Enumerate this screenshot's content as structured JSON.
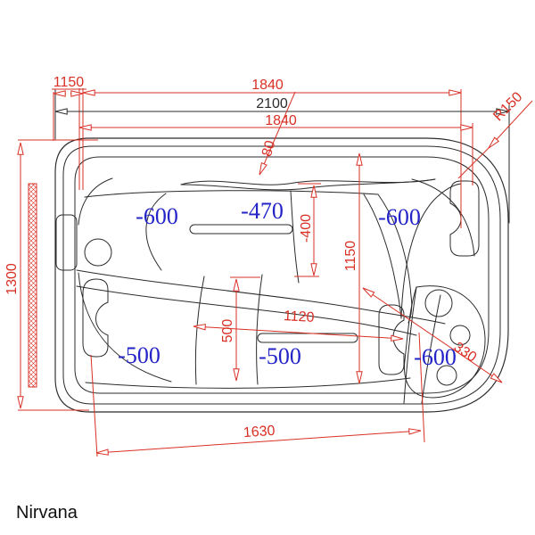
{
  "drawing": {
    "title": "Nirvana",
    "colors": {
      "outline": "#2b2b2b",
      "dimension": "#d93025",
      "depth_label": "#2323c8"
    },
    "dimensions": {
      "edge_offset_top_left": "1150",
      "inner_width_top": "1840",
      "overall_width": "2100",
      "inner_width_second": "1840",
      "waterfall_width": "80",
      "corner_radius": "R150",
      "overall_depth": "1300",
      "lounger_recess": "-400",
      "inner_length_right": "1150",
      "seat_gap": "500",
      "bench_width": "1120",
      "base_width": "1630",
      "corner_seat": "330"
    },
    "depth_markers": [
      {
        "text": "-600"
      },
      {
        "text": "-470"
      },
      {
        "text": "-600"
      },
      {
        "text": "-500"
      },
      {
        "text": "-500"
      },
      {
        "text": "-600"
      }
    ]
  }
}
